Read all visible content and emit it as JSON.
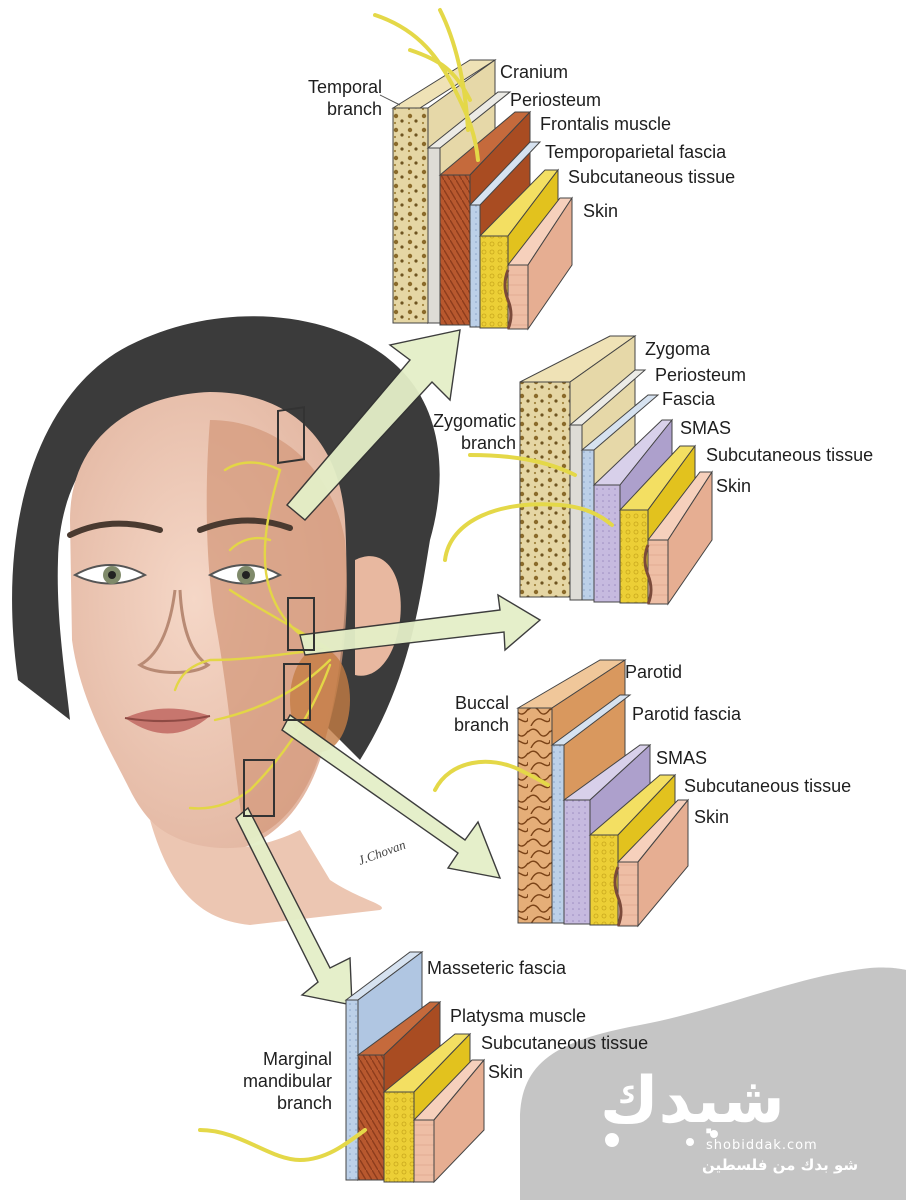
{
  "branches": {
    "temporal": {
      "name": [
        "Temporal",
        "branch"
      ],
      "layers": [
        "Cranium",
        "Periosteum",
        "Frontalis muscle",
        "Temporoparietal fascia",
        "Subcutaneous tissue",
        "Skin"
      ]
    },
    "zygomatic": {
      "name": [
        "Zygomatic",
        "branch"
      ],
      "layers": [
        "Zygoma",
        "Periosteum",
        "Fascia",
        "SMAS",
        "Subcutaneous tissue",
        "Skin"
      ]
    },
    "buccal": {
      "name": [
        "Buccal",
        "branch"
      ],
      "layers": [
        "Parotid",
        "Parotid fascia",
        "SMAS",
        "Subcutaneous tissue",
        "Skin"
      ]
    },
    "marginal": {
      "name": [
        "Marginal",
        "mandibular",
        "branch"
      ],
      "layers": [
        "Masseteric fascia",
        "Platysma muscle",
        "Subcutaneous tissue",
        "Skin"
      ]
    }
  },
  "signature": "J.Chovan",
  "watermark": {
    "brand": "شبدك",
    "url": "shobiddak.com",
    "tagline": "شو بدك من فلسطين"
  },
  "colors": {
    "bone": "#e3d3a2",
    "periosteum": "#dedcd6",
    "muscle": "#b9592e",
    "fascia": "#b9cde6",
    "smas": "#c3b6dc",
    "subcutaneous": "#ecd23a",
    "skin": "#eebda3",
    "parotid": "#e7b27c",
    "nerve": "#e7da4a",
    "arrow": "#e3efc7"
  }
}
